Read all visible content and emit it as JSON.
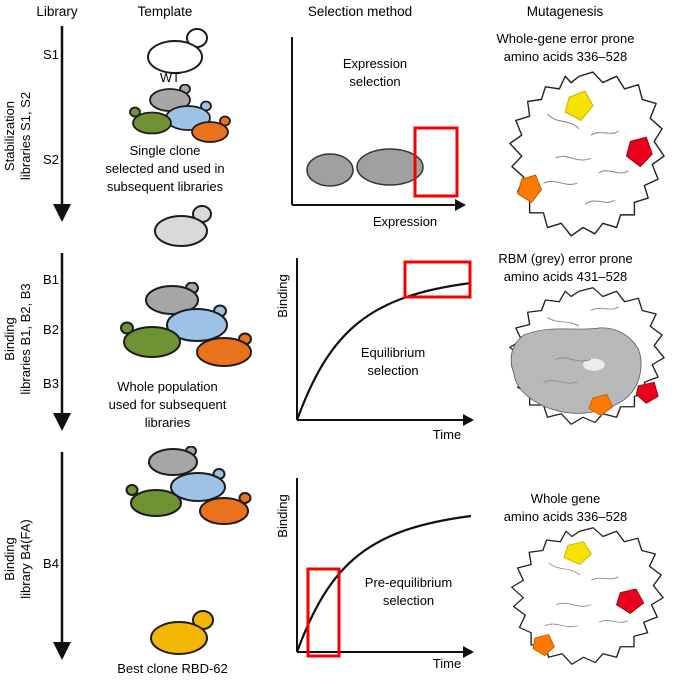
{
  "headers": {
    "library": "Library",
    "template": "Template",
    "selection": "Selection method",
    "mutagenesis": "Mutagenesis"
  },
  "library_column": {
    "row1": {
      "label_lines": [
        "Stabilization",
        "libraries S1, S2"
      ],
      "stages": [
        "S1",
        "S2"
      ]
    },
    "row2": {
      "label_lines": [
        "Binding",
        "libraries B1, B2, B3"
      ],
      "stages": [
        "B1",
        "B2",
        "B3"
      ]
    },
    "row3": {
      "label_lines": [
        "Binding",
        "library B4(FA)"
      ],
      "stages": [
        "B4"
      ]
    }
  },
  "template_column": {
    "wt_label": "WT",
    "row1_caption": [
      "Single clone",
      "selected and used in",
      "subsequent libraries"
    ],
    "row2_caption": [
      "Whole population",
      "used for subsequent",
      "libraries"
    ],
    "row3_caption": "Best clone RBD-62"
  },
  "selection_column": {
    "row1": {
      "type": "schematic-expression-gate",
      "title_lines": [
        "Expression",
        "selection"
      ],
      "x_axis_label": "Expression"
    },
    "row2": {
      "type": "schematic-saturation-curve",
      "title_lines": [
        "Equilibrium",
        "selection"
      ],
      "x_axis_label": "Time",
      "y_axis_label": "Binding"
    },
    "row3": {
      "type": "schematic-saturation-curve",
      "title_lines": [
        "Pre-equilibrium",
        "selection"
      ],
      "x_axis_label": "Time",
      "y_axis_label": "Binding"
    }
  },
  "mutagenesis_column": {
    "row1_title": [
      "Whole-gene error prone",
      "amino acids 336–528"
    ],
    "row2_title": [
      "RBM (grey) error prone",
      "amino acids 431–528"
    ],
    "row3_title": [
      "Whole gene",
      "amino acids 336–528"
    ]
  },
  "colors": {
    "cell_white": "#ffffff",
    "cell_grey": "#a6a6a6",
    "cell_blue": "#9cc2e5",
    "cell_green": "#6f9233",
    "cell_orange": "#e8731a",
    "cell_light_grey": "#d9d9d9",
    "cell_yellow": "#f2b705",
    "chart_oval": "#a0a0a0",
    "selection_box_red": "#f40000",
    "patch_yellow": "#f7e300",
    "patch_red": "#e8001c",
    "patch_orange": "#ff7a00",
    "rbm_grey": "#b8b8b8"
  }
}
